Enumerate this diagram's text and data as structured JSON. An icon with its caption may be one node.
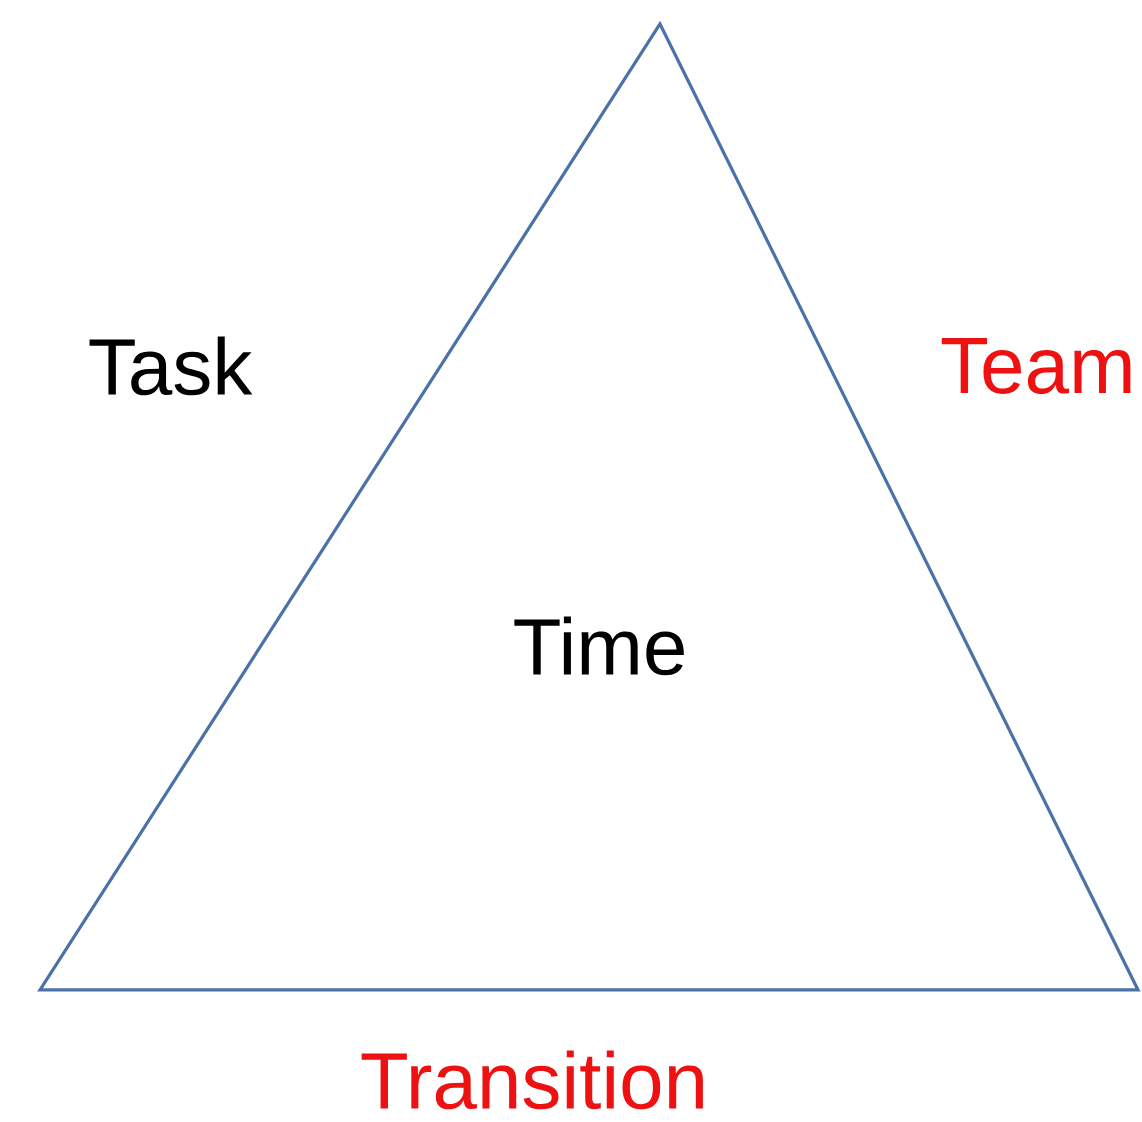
{
  "diagram": {
    "nodes": [
      {
        "text": [
          "Time"
        ],
        "beside": [
          "Task",
          "Team",
          "Transition"
        ]
      }
    ]
  }
}
